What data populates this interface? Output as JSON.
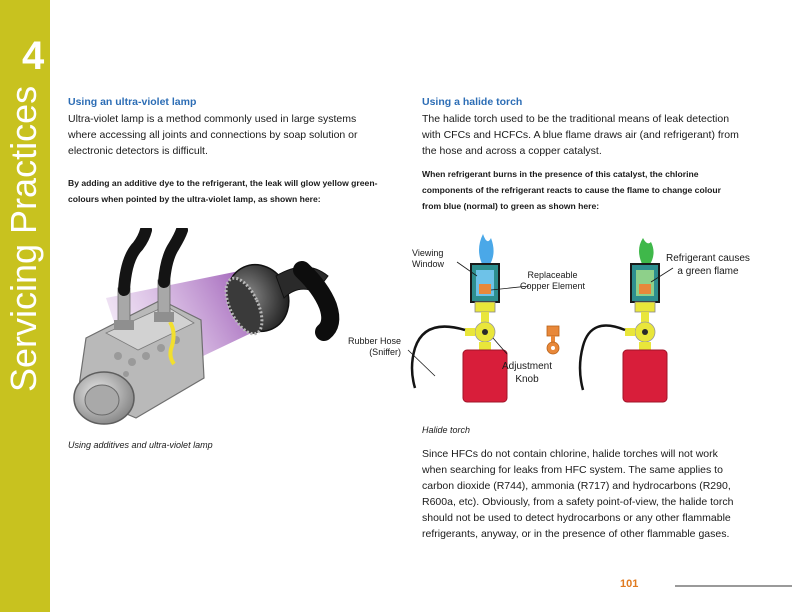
{
  "sidebar": {
    "chapter_number": "4",
    "title": "Servicing Practices"
  },
  "left": {
    "heading": "Using an ultra-violet lamp",
    "para1_lines": [
      "Ultra-violet lamp is a method commonly used in large systems",
      "where accessing all joints and connections by soap solution or",
      "electronic detectors is difficult."
    ],
    "para2_lines": [
      "By adding an additive dye to the refrigerant, the leak will glow yellow green-",
      "colours when pointed by the ultra-violet lamp, as shown here:"
    ],
    "caption": "Using additives and ultra-violet lamp"
  },
  "right": {
    "heading": "Using a halide torch",
    "para1_lines": [
      "The halide torch used to be the traditional means of leak detection",
      "with CFCs and HCFCs. A blue flame draws air (and refrigerant) from",
      "the hose and across a copper catalyst."
    ],
    "para2_lines": [
      "When refrigerant burns in the presence of this catalyst, the chlorine",
      "components of the refrigerant reacts to cause the flame to change colour",
      "from blue (normal) to green as shown here:"
    ],
    "figure_labels": {
      "viewing_window": [
        "Viewing",
        "Window"
      ],
      "copper_element": [
        "Replaceable",
        "Copper Element"
      ],
      "rubber_hose": [
        "Rubber Hose",
        "(Sniffer)"
      ],
      "adjustment_knob": [
        "Adjustment",
        "Knob"
      ],
      "green_flame": [
        "Refrigerant causes",
        "a green flame"
      ]
    },
    "caption": "Halide torch",
    "para3_lines": [
      "Since HFCs do not contain chlorine, halide torches will not work",
      "when searching for leaks from HFC system. The same applies to",
      "carbon dioxide (R744), ammonia (R717) and hydrocarbons (R290,",
      "R600a, etc). Obviously, from a safety point-of-view, the halide torch",
      "should not be used to detect hydrocarbons or any other flammable",
      "refrigerants, anyway, or in the presence of other flammable gases."
    ]
  },
  "footer": {
    "page_number": "101"
  },
  "colors": {
    "sidebar": "#c8c21f",
    "heading": "#2c6db5",
    "page_number": "#e07a1f",
    "uv_beam": "#8a3fa8",
    "torch_body": "#d81e3a",
    "torch_valve": "#e9e63a",
    "blue_flame": "#4aa8e8",
    "green_flame": "#3fb84a"
  }
}
